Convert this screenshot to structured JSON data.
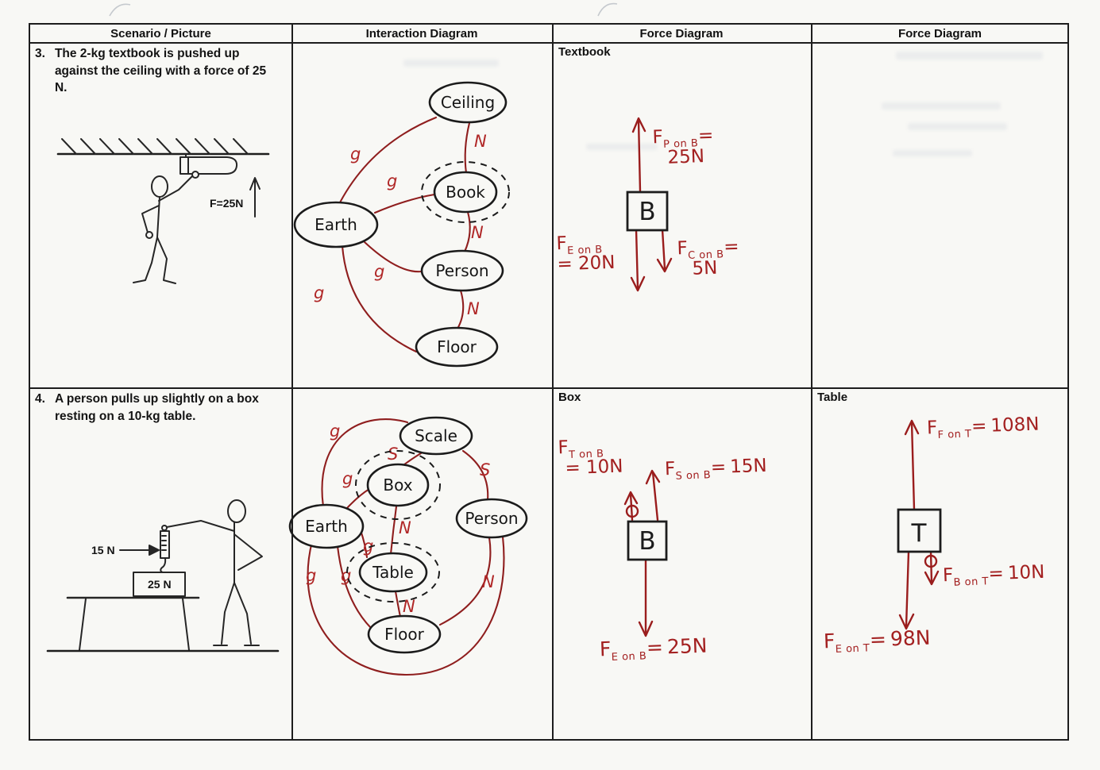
{
  "headers": {
    "c1": "Scenario / Picture",
    "c2": "Interaction Diagram",
    "c3": "Force Diagram",
    "c4": "Force Diagram"
  },
  "edge": {
    "g": "g",
    "n": "N",
    "s": "S"
  },
  "ink": {
    "red": "#9a1d1d",
    "bright_red": "#b02727",
    "black": "#1d1d1d"
  },
  "r3": {
    "num": "3.",
    "text": "The 2-kg textbook is pushed up against the ceiling with a force of 25 N.",
    "pic": {
      "force": "F=25N"
    },
    "nodes": {
      "ceiling": "Ceiling",
      "book": "Book",
      "earth": "Earth",
      "person": "Person",
      "floor": "Floor"
    },
    "fd": {
      "title": "Textbook",
      "obj": "B",
      "f1": {
        "f": "F",
        "sub": "P on B",
        "eq": "=",
        "val": "25N"
      },
      "f2": {
        "f": "F",
        "sub": "E on B",
        "eq": "=",
        "val": "20N"
      },
      "f3": {
        "f": "F",
        "sub": "C on B",
        "eq": "=",
        "val": "5N"
      }
    }
  },
  "r4": {
    "num": "4.",
    "text": "A person pulls up slightly on a box resting on a 10-kg table.",
    "pic": {
      "scale": "15 N",
      "box": "25 N"
    },
    "nodes": {
      "scale": "Scale",
      "box": "Box",
      "earth": "Earth",
      "person": "Person",
      "table": "Table",
      "floor": "Floor"
    },
    "fdbox": {
      "title": "Box",
      "obj": "B",
      "f1": {
        "f": "F",
        "sub": "T on B",
        "eq": "=",
        "val": "10N"
      },
      "f2": {
        "f": "F",
        "sub": "S on B",
        "eq": "=",
        "val": "15N"
      },
      "f3": {
        "f": "F",
        "sub": "E on B",
        "eq": "=",
        "val": "25N"
      }
    },
    "fdtable": {
      "title": "Table",
      "obj": "T",
      "f1": {
        "f": "F",
        "sub": "F on T",
        "eq": "=",
        "val": "108N"
      },
      "f2": {
        "f": "F",
        "sub": "B on T",
        "eq": "=",
        "val": "10N"
      },
      "f3": {
        "f": "F",
        "sub": "E on T",
        "eq": "=",
        "val": "98N"
      }
    }
  }
}
